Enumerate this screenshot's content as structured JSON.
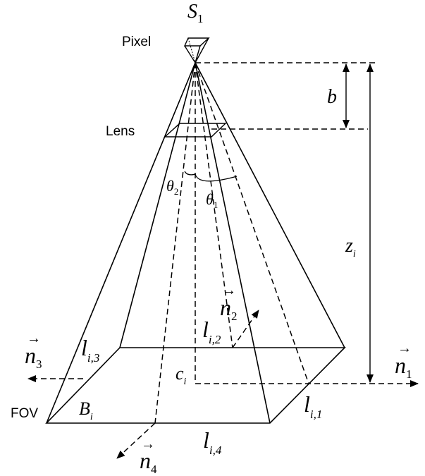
{
  "labels": {
    "source_main": "S",
    "source_sub": "1",
    "pixel": "Pixel",
    "lens": "Lens",
    "fov": "FOV",
    "b": "b",
    "z_main": "z",
    "z_sub": "i",
    "theta1_main": "θ",
    "theta1_sub": "1",
    "theta2_main": "θ",
    "theta2_sub": "2",
    "n1_main": "n",
    "n1_sub": "1",
    "n2_main": "n",
    "n2_sub": "2",
    "n3_main": "n",
    "n3_sub": "3",
    "n4_main": "n",
    "n4_sub": "4",
    "l1_main": "l",
    "l1_sub": "i,1",
    "l2_main": "l",
    "l2_sub": "i,2",
    "l3_main": "l",
    "l3_sub": "i,3",
    "l4_main": "l",
    "l4_sub": "i,4",
    "c_main": "c",
    "c_sub": "i",
    "B_main": "B",
    "B_sub": "i",
    "vector_arrow": "→"
  }
}
